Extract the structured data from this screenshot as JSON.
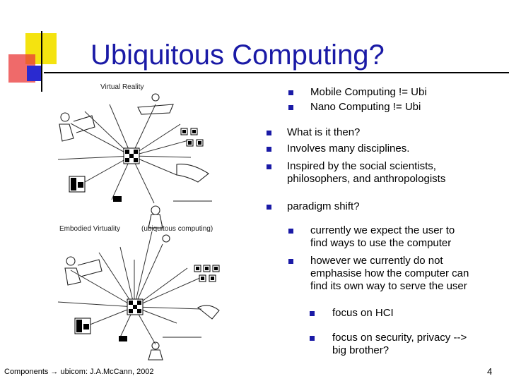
{
  "slide": {
    "title": "Ubiquitous Computing?",
    "bullets": [
      {
        "level": 2,
        "text": "Mobile Computing != Ubi"
      },
      {
        "level": 2,
        "text": "Nano Computing != Ubi"
      },
      {
        "level": 1,
        "text": "What is it then?"
      },
      {
        "level": 1,
        "text": "Involves many disciplines."
      },
      {
        "level": 1,
        "text": "Inspired by the social scientists,\nphilosophers, and anthropologists"
      },
      {
        "level": 1,
        "text": "paradigm shift?"
      },
      {
        "level": 2,
        "text": "currently we expect the user to\nfind ways to use the computer"
      },
      {
        "level": 2,
        "text": "however we currently do not\nemphasise how the computer can\nfind its own way to serve the user"
      },
      {
        "level": 3,
        "text": "focus on HCI"
      },
      {
        "level": 3,
        "text": "focus on security, privacy -->\nbig brother?"
      }
    ],
    "figure": {
      "label_top": "Virtual Reality",
      "label_left": "Embodied Virtuality",
      "label_right": "(ubiquitous computing)"
    },
    "footer": "Components → ubicom: J.A.McCann, 2002",
    "page_number": "4"
  },
  "colors": {
    "title": "#1a1aa6",
    "bullet": "#1a1aa6",
    "deco_yellow": "#f4e310",
    "deco_red": "#ea3838",
    "deco_blue": "#2a2ad0"
  }
}
